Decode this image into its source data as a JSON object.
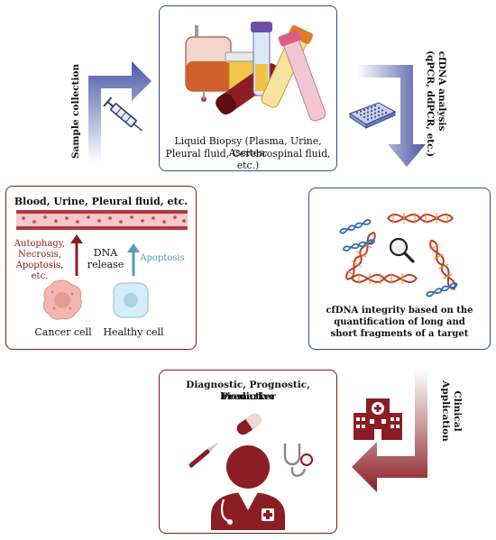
{
  "sample_collection": "Sample collection",
  "liquid_biopsy": {
    "line1": "Liquid Biopsy (Plasma, Urine, Ascites,",
    "line2": "Pleural fluid, Cerebrospinal fluid, etc.)"
  },
  "cfdna_analysis": {
    "line1": "cfDNA analysis",
    "line2": "(qPCR, ddPCR, etc.)"
  },
  "release_panel": {
    "title": "Blood, Urine, Pleural fluid, etc.",
    "left_process": [
      "Autophagy,",
      "Necrosis,",
      "Apoptosis,",
      "etc."
    ],
    "dna_release": [
      "DNA",
      "release"
    ],
    "right_process": "Apoptosis",
    "cancer_cell": "Cancer cell",
    "healthy_cell": "Healthy cell"
  },
  "integrity_panel": {
    "line1": "cfDNA integrity based on the",
    "line2": "quantification of long and",
    "line3": "short fragments of a target"
  },
  "clinical_application": {
    "line1": "Clinical",
    "line2": "Application"
  },
  "biomarker_panel": {
    "line1": "Diagnostic, Prognostic, Predictive",
    "line2": "biomarker"
  },
  "colors": {
    "blue_frame": "#3b4a8a",
    "red_frame": "#7a1c22",
    "arrow_blue": "#4a57a8",
    "arrow_red": "#8b1e24",
    "apoptosis_teal": "#5a9bb8"
  }
}
